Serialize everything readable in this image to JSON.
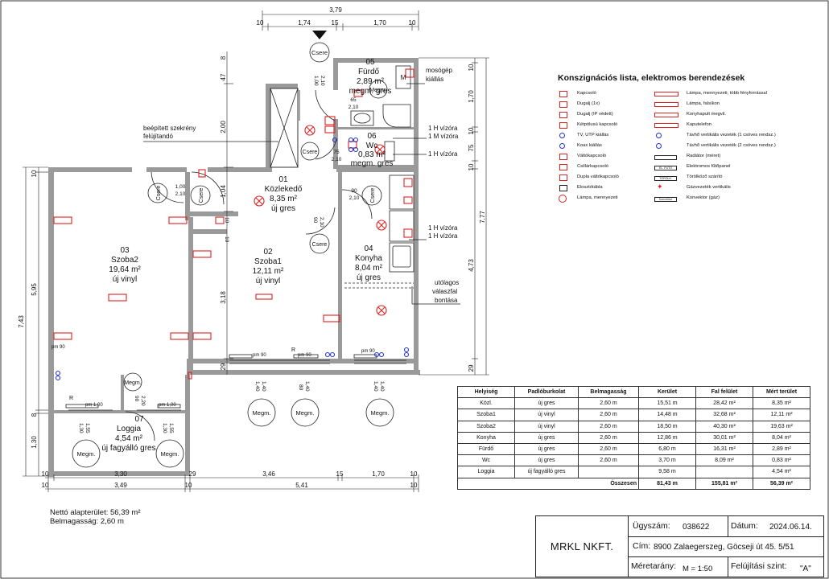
{
  "dims": {
    "top_total": "3,79",
    "top_row": [
      "10",
      "1,74",
      "15",
      "1,70",
      "10"
    ],
    "left_row": [
      "7,43",
      "5,95",
      "1,30"
    ],
    "left_small": [
      "10",
      "8"
    ],
    "center_vert": [
      "47",
      "2,00",
      "1,04",
      "3,18",
      "29"
    ],
    "center_small": [
      "8",
      "10",
      "10"
    ],
    "right_vert": [
      "7,77",
      "4,73"
    ],
    "right_small": [
      "10",
      "1,70",
      "10",
      "75",
      "10",
      "29"
    ],
    "bottom_row1": [
      "10",
      "3,30",
      "29",
      "3,46",
      "15",
      "1,70",
      "10"
    ],
    "bottom_row2": [
      "10",
      "3,49",
      "10",
      "5,41",
      "10"
    ],
    "wc_small": [
      "75",
      "2,10"
    ],
    "bath_small": [
      "1,00",
      "2,10",
      "65",
      "2,10"
    ],
    "hall_small": [
      "90",
      "2,10"
    ],
    "room3_door": [
      "1,00",
      "2,10"
    ],
    "room2_door": [
      "90",
      "2,10"
    ],
    "kitchen_door": [
      "90",
      "2,10"
    ],
    "loggia_door": [
      "90",
      "2,20"
    ],
    "window_small": [
      "1,40",
      "1,40",
      "80",
      "1,40",
      "1,40",
      "1,40",
      "1,30",
      "1,55",
      "1,30",
      "1,55"
    ]
  },
  "rooms": [
    {
      "num": "05",
      "name": "Fürdő",
      "area": "2,89 m²",
      "floor": "megm. gres"
    },
    {
      "num": "06",
      "name": "Wc",
      "area": "0,83 m²",
      "floor": "megm. gres"
    },
    {
      "num": "01",
      "name": "Közlekedő",
      "area": "8,35 m²",
      "floor": "új gres"
    },
    {
      "num": "03",
      "name": "Szoba2",
      "area": "19,64 m²",
      "floor": "új vinyl"
    },
    {
      "num": "02",
      "name": "Szoba1",
      "area": "12,11 m²",
      "floor": "új vinyl"
    },
    {
      "num": "04",
      "name": "Konyha",
      "area": "8,04 m²",
      "floor": "új gres"
    },
    {
      "num": "07",
      "name": "Loggia",
      "area": "4,54 m²",
      "floor": "új fagyálló gres"
    }
  ],
  "labels": {
    "csere": "Csere",
    "megm": "Megm.",
    "mosogep": [
      "mosógép",
      "kiállás"
    ],
    "szekreny": [
      "beépített szekrény",
      "felújítandó"
    ],
    "vizora1": [
      "1 H vízóra",
      "1 M vízóra"
    ],
    "vizora2": "1 H vízóra",
    "vizora3": [
      "1 H vízóra",
      "1 H vízóra"
    ],
    "valaszfal": [
      "utólagos",
      "válaszfal",
      "bontása"
    ],
    "pm90": "pm 90",
    "pm100": "pm 1,00",
    "r": "R",
    "m": "M"
  },
  "legend": {
    "title": "Konszignációs lista, elektromos berendezések",
    "left": [
      "Kapcsoló",
      "Dugalj (1x)",
      "Dugalj (IP védett)",
      "Kétpólusú kapcsoló",
      "TV, UTP kiállás",
      "Koax kiállás",
      "Váltókapcsoló",
      "Csillárkapcsoló",
      "Dupla váltókapcsoló",
      "Elosztótábla",
      "Lámpa, mennyezeti"
    ],
    "right": [
      "Lámpa, mennyezeti, több fényforrással",
      "Lámpa, falsíkon",
      "Konyhapult megvil.",
      "Kaputelefon",
      "Távhő vertikális vezeték (1 csöves rendsz.)",
      "Távhő vertikális vezeték (2 csöves rendsz.)",
      "Radiátor (méret)",
      "Elektromos fűtőpanel",
      "Törölköző szárító",
      "Gázvezeték vertikális",
      "Konvektor (gáz)"
    ],
    "right_sym_text": [
      "",
      "",
      "",
      "",
      "",
      "",
      "",
      "EL. FŰTŐ",
      "TÖRÖLK.",
      "",
      "Konvektor"
    ]
  },
  "table": {
    "headers": [
      "Helyiség",
      "Padlóburkolat",
      "Belmagasság",
      "Kerület",
      "Fal felület",
      "Mért terület"
    ],
    "rows": [
      [
        "Közl.",
        "új gres",
        "2,60 m",
        "15,51 m",
        "28,42 m²",
        "8,35 m²"
      ],
      [
        "Szoba1",
        "új vinyl",
        "2,60 m",
        "14,48 m",
        "32,68 m²",
        "12,11 m²"
      ],
      [
        "Szoba2",
        "új vinyl",
        "2,60 m",
        "18,50 m",
        "40,30 m²",
        "19,63 m²"
      ],
      [
        "Konyha",
        "új gres",
        "2,60 m",
        "12,86 m",
        "30,01 m²",
        "8,04 m²"
      ],
      [
        "Fürdő",
        "új gres",
        "2,60 m",
        "6,80 m",
        "16,31 m²",
        "2,89 m²"
      ],
      [
        "Wc",
        "új gres",
        "2,60 m",
        "3,70 m",
        "8,09 m²",
        "0,83 m²"
      ],
      [
        "Loggia",
        "új fagyálló gres",
        "",
        "9,58 m",
        "",
        "4,54 m²"
      ]
    ],
    "total_label": "Összesen",
    "totals": [
      "81,43 m",
      "155,81 m²",
      "56,39 m²"
    ]
  },
  "notes": {
    "netto": "Nettó alapterület: 56,39 m²",
    "belmagassag": "Belmagasság: 2,60 m"
  },
  "titleblock": {
    "company": "MRKL NKFT.",
    "ugyszam_label": "Ügyszám:",
    "ugyszam": "038622",
    "datum_label": "Dátum:",
    "datum": "2024.06.14.",
    "cim_label": "Cím:",
    "cim": "8900 Zalaegerszeg, Göcseji út 45. 5/51",
    "meretarany_label": "Méretarány:",
    "meretarany": "M = 1:50",
    "szint_label": "Felújítási szint:",
    "szint": "\"A\""
  }
}
